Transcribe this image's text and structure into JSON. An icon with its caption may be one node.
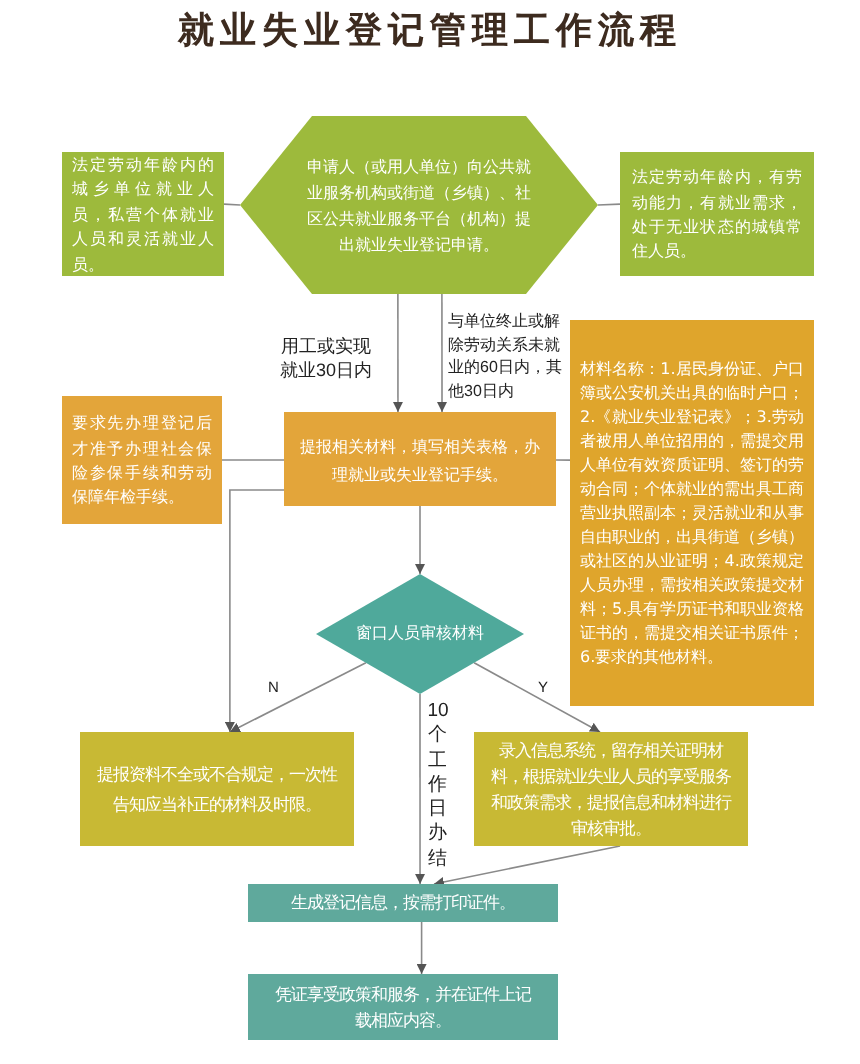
{
  "diagram": {
    "title": "就业失业登记管理工作流程",
    "nodes": [
      {
        "text": [
          "法定劳动年龄内的城乡单位就业人员，私营个体就业人员和灵活就业人员。"
        ]
      },
      {
        "text": [
          "申请人（或用人单位）向公共就业服务机构或街道（乡镇）、社区公共就业服务平台（机构）提出就业失业登记申请。"
        ]
      },
      {
        "text": [
          "法定劳动年龄内，有劳动能力，有就业需求，处于无业状态的城镇常住人员。"
        ]
      },
      {
        "text": [
          "要求先办理登记后才准予办理社会保险参保手续和劳动保障年检手续。"
        ]
      },
      {
        "text": [
          "提报相关材料，填写相关表格，办理就业或失业登记手续。"
        ]
      },
      {
        "text": [
          "材料名称：1.居民身份证、户口簿或公安机关出具的临时户口；2.《就业失业登记表》；3.劳动者被用人单位招用的，需提交用人单位有效资质证明、签订的劳动合同；个体就业的需出具工商营业执照副本；灵活就业和从事自由职业的，出具街道（乡镇）或社区的从业证明；4.政策规定人员办理，需按相关政策提交材料；5.具有学历证书和职业资格证书的，需提交相关证书原件；6.要求的其他材料。"
        ]
      },
      {
        "text": [
          "窗口人员审核材料"
        ]
      },
      {
        "text": [
          "提报资料不全或不合规定，一次性告知应当补正的材料及时限。"
        ]
      },
      {
        "text": [
          "录入信息系统，留存相关证明材料，根据就业失业人员的享受服务和政策需求，提报信息和材料进行审核审批。"
        ]
      },
      {
        "text": [
          "生成登记信息，按需打印证件。"
        ]
      },
      {
        "text": [
          "凭证享受政策和服务，并在证件上记载相应内容。"
        ]
      }
    ],
    "edges": [
      {
        "from": 0,
        "to": 1,
        "arrow": "none"
      },
      {
        "from": 1,
        "to": 2,
        "arrow": "none"
      },
      {
        "from": 1,
        "to": 4,
        "arrow": "to",
        "label": "用工或实现就业30日内"
      },
      {
        "from": 1,
        "to": 4,
        "arrow": "to",
        "label": "与单位终止或解除劳动关系未就业的60日内，其他30日内"
      },
      {
        "from": 3,
        "to": 4,
        "arrow": "none"
      },
      {
        "from": 4,
        "to": 5,
        "arrow": "none"
      },
      {
        "from": 4,
        "to": 7,
        "arrow": "to"
      },
      {
        "from": 4,
        "to": 6,
        "arrow": "to"
      },
      {
        "from": 6,
        "to": 7,
        "arrow": "to",
        "label": "N"
      },
      {
        "from": 6,
        "to": 8,
        "arrow": "to",
        "label": "Y"
      },
      {
        "from": 6,
        "to": 9,
        "arrow": "to",
        "label": "10个工作日办结"
      },
      {
        "from": 8,
        "to": 9,
        "arrow": "to"
      },
      {
        "from": 9,
        "to": 10,
        "arrow": "to"
      }
    ]
  }
}
